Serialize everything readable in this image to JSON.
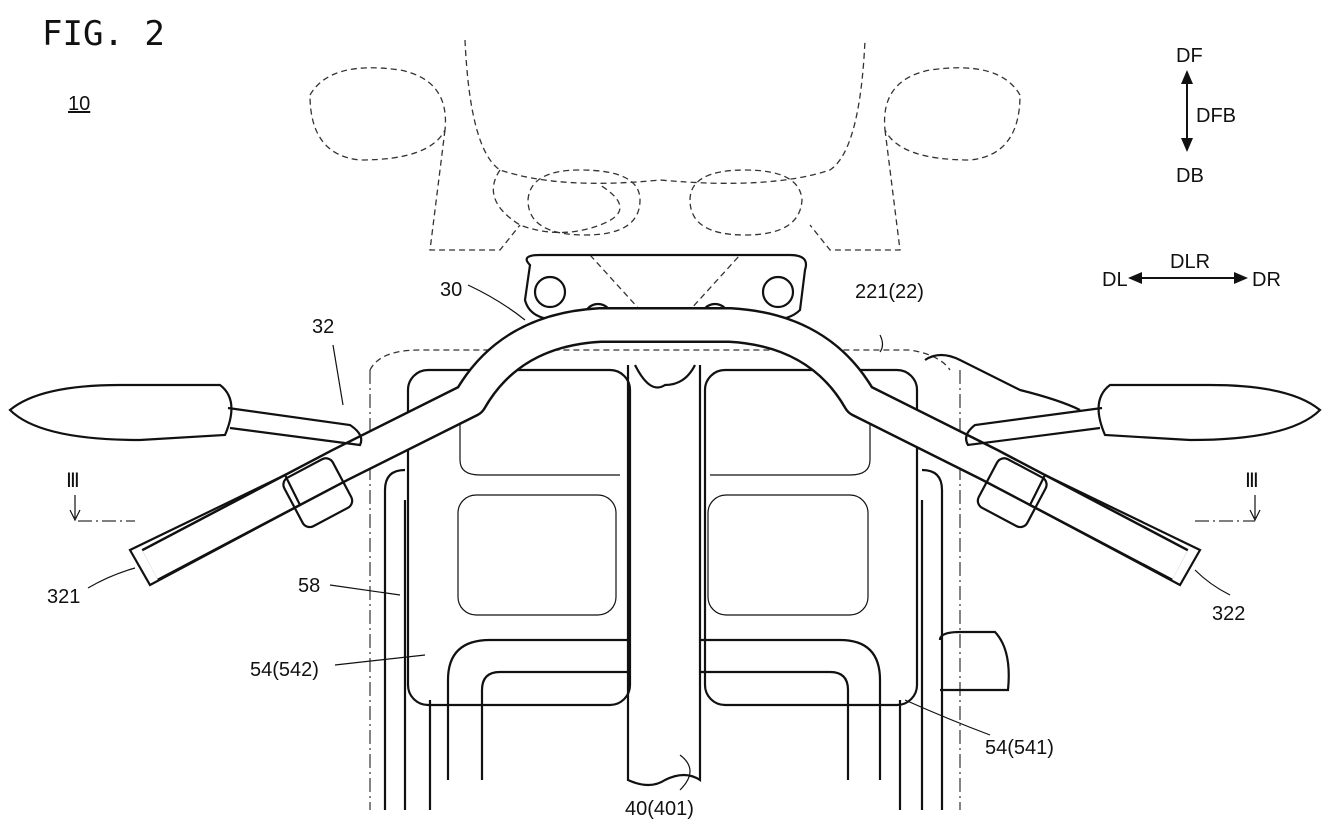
{
  "figure": {
    "title": "FIG. 2",
    "reference": "10"
  },
  "directions": {
    "front": "DF",
    "front_back": "DFB",
    "back": "DB",
    "left_right": "DLR",
    "left": "DL",
    "right": "DR"
  },
  "labels": {
    "handlebar": "30",
    "cover": "221(22)",
    "grip_assembly": "32",
    "section_left": "Ⅲ",
    "section_right": "Ⅲ",
    "left_grip": "321",
    "right_grip": "322",
    "frame_58": "58",
    "pipe_542": "54(542)",
    "pipe_541": "54(541)",
    "column": "40(401)"
  }
}
